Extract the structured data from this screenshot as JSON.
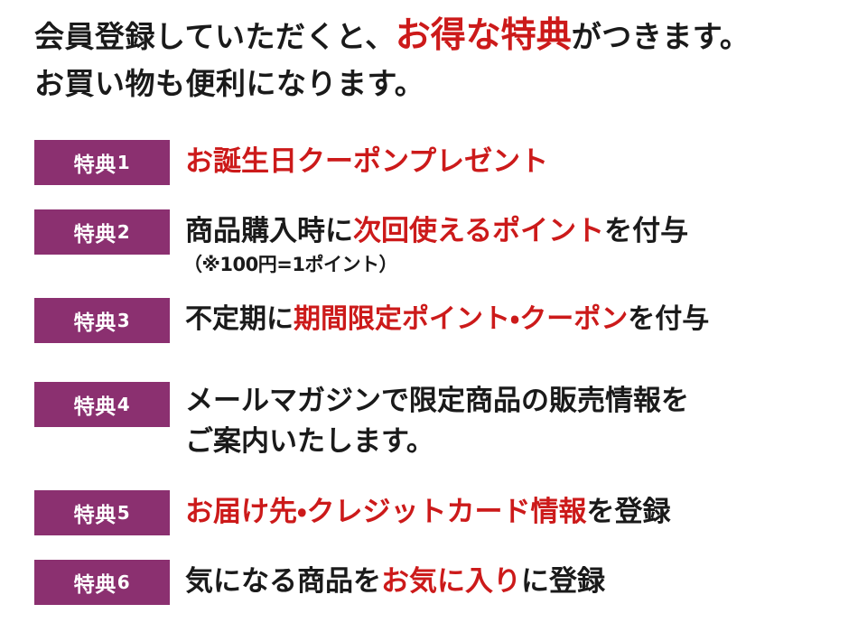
{
  "colors": {
    "badge_bg": "#8b3070",
    "badge_text": "#ffffff",
    "accent_red": "#cc1a1a",
    "body_black": "#1a1a1a",
    "page_bg": "#ffffff"
  },
  "header": {
    "line1_part1": "会員登録していただくと、",
    "line1_highlight": "お得な特典",
    "line1_part2": "がつきます。",
    "line2": "お買い物も便利になります。"
  },
  "benefits": [
    {
      "badge_label": "特典",
      "badge_number": "1",
      "segments": [
        {
          "text": "お誕生日クーポンプレゼント",
          "color": "red"
        }
      ],
      "line2": "",
      "note": ""
    },
    {
      "badge_label": "特典",
      "badge_number": "2",
      "segments": [
        {
          "text": "商品購入時に",
          "color": "black"
        },
        {
          "text": "次回使えるポイント",
          "color": "red"
        },
        {
          "text": "を付与",
          "color": "black"
        }
      ],
      "line2": "",
      "note": "（※100円=1ポイント）"
    },
    {
      "badge_label": "特典",
      "badge_number": "3",
      "segments": [
        {
          "text": "不定期に",
          "color": "black"
        },
        {
          "text": "期間限定ポイント・クーポン",
          "color": "red"
        },
        {
          "text": "を付与",
          "color": "black"
        }
      ],
      "line2": "",
      "note": ""
    },
    {
      "badge_label": "特典",
      "badge_number": "4",
      "segments": [
        {
          "text": "メールマガジンで限定商品の販売情報を",
          "color": "black"
        }
      ],
      "line2": "ご案内いたします。",
      "note": ""
    },
    {
      "badge_label": "特典",
      "badge_number": "5",
      "segments": [
        {
          "text": "お届け先・クレジットカード情報",
          "color": "red"
        },
        {
          "text": "を登録",
          "color": "black"
        }
      ],
      "line2": "",
      "note": ""
    },
    {
      "badge_label": "特典",
      "badge_number": "6",
      "segments": [
        {
          "text": "気になる商品を",
          "color": "black"
        },
        {
          "text": "お気に入り",
          "color": "red"
        },
        {
          "text": "に登録",
          "color": "black"
        }
      ],
      "line2": "",
      "note": ""
    }
  ]
}
